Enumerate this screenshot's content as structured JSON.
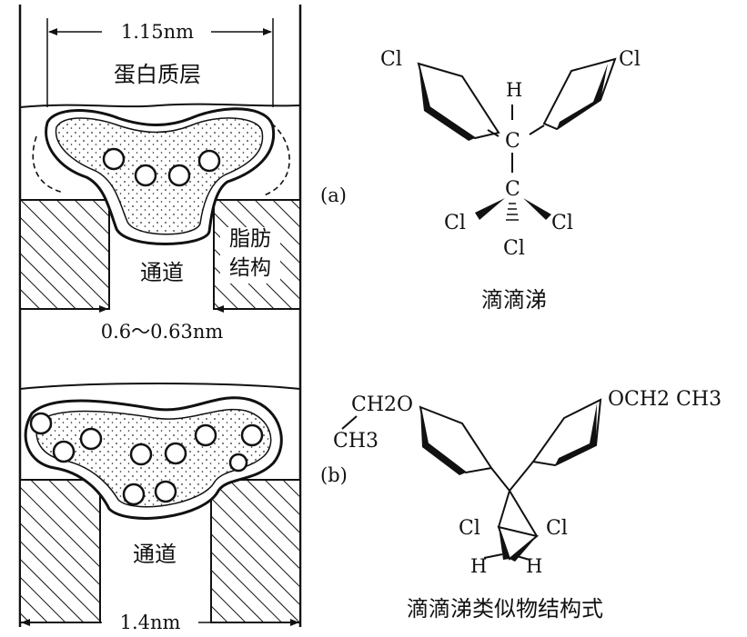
{
  "left_panel": {
    "top_width": "1.15nm",
    "protein_layer": "蛋白质层",
    "channel_top": "通道",
    "lipid_line1": "脂肪",
    "lipid_line2": "结构",
    "channel_width": "0.6～0.63nm",
    "channel_bottom": "通道",
    "bottom_width": "1.4nm"
  },
  "right_panel": {
    "label_a": "(a)",
    "label_b": "(b)",
    "ddt": {
      "cl_left": "Cl",
      "cl_right": "Cl",
      "h": "H",
      "c_upper": "C",
      "c_lower": "C",
      "cl_bottom_left": "Cl",
      "cl_bottom_right": "Cl",
      "cl_bottom": "Cl",
      "caption": "滴滴涕"
    },
    "analog": {
      "left_group_line1": "CH2O",
      "left_group_line2": "CH3",
      "right_group": "OCH2 CH3",
      "cl_left": "Cl",
      "cl_right": "Cl",
      "h_left": "H",
      "h_right": "H",
      "caption": "滴滴涕类似物结构式"
    }
  }
}
